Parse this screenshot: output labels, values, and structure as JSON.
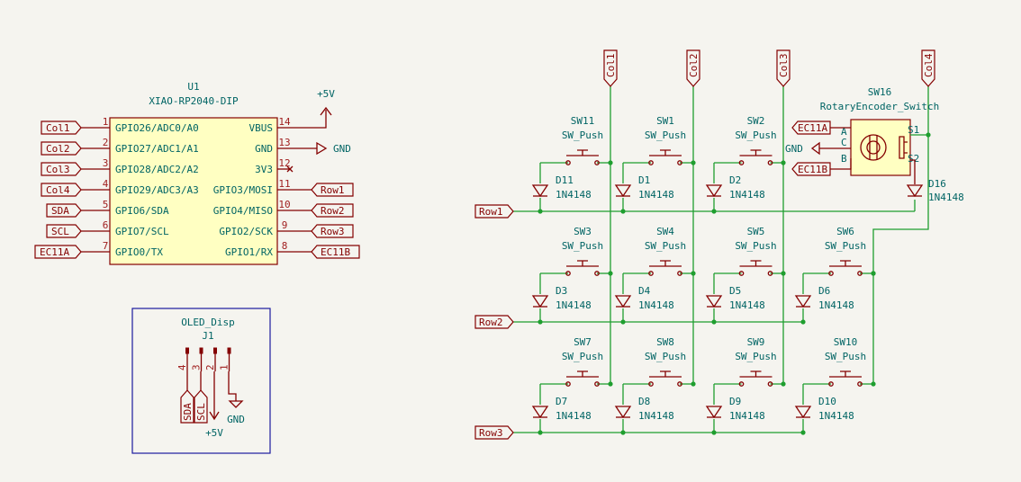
{
  "mcu": {
    "ref": "U1",
    "value": "XIAO-RP2040-DIP",
    "left_pins": [
      {
        "num": "1",
        "name": "GPIO26/ADC0/A0",
        "net": "Col1"
      },
      {
        "num": "2",
        "name": "GPIO27/ADC1/A1",
        "net": "Col2"
      },
      {
        "num": "3",
        "name": "GPIO28/ADC2/A2",
        "net": "Col3"
      },
      {
        "num": "4",
        "name": "GPIO29/ADC3/A3",
        "net": "Col4"
      },
      {
        "num": "5",
        "name": "GPIO6/SDA",
        "net": "SDA"
      },
      {
        "num": "6",
        "name": "GPIO7/SCL",
        "net": "SCL"
      },
      {
        "num": "7",
        "name": "GPIO0/TX",
        "net": "EC11A"
      }
    ],
    "right_pins": [
      {
        "num": "14",
        "name": "VBUS",
        "net": "+5V"
      },
      {
        "num": "13",
        "name": "GND",
        "net": "GND"
      },
      {
        "num": "12",
        "name": "3V3",
        "net": ""
      },
      {
        "num": "11",
        "name": "GPIO3/MOSI",
        "net": "Row1"
      },
      {
        "num": "10",
        "name": "GPIO4/MISO",
        "net": "Row2"
      },
      {
        "num": "9",
        "name": "GPIO2/SCK",
        "net": "Row3"
      },
      {
        "num": "8",
        "name": "GPIO1/RX",
        "net": "EC11B"
      }
    ]
  },
  "oled": {
    "ref": "J1",
    "value": "OLED_Disp",
    "pins": [
      "4",
      "3",
      "2",
      "1"
    ],
    "nets": [
      "SDA",
      "SCL",
      "+5V",
      "GND"
    ]
  },
  "columns": [
    "Col1",
    "Col2",
    "Col3",
    "Col4"
  ],
  "rows": [
    "Row1",
    "Row2",
    "Row3"
  ],
  "encoder": {
    "ref": "SW16",
    "value": "RotaryEncoder_Switch",
    "pins": [
      "A",
      "C",
      "B",
      "S1",
      "S2"
    ],
    "labels": [
      "EC11A",
      "EC11B",
      "GND"
    ]
  },
  "diode_value": "1N4148",
  "switch_value": "SW_Push",
  "switches": [
    {
      "ref": "SW11",
      "diode": "D11"
    },
    {
      "ref": "SW1",
      "diode": "D1"
    },
    {
      "ref": "SW2",
      "diode": "D2"
    },
    {
      "ref": "SW3",
      "diode": "D3"
    },
    {
      "ref": "SW4",
      "diode": "D4"
    },
    {
      "ref": "SW5",
      "diode": "D5"
    },
    {
      "ref": "SW6",
      "diode": "D6"
    },
    {
      "ref": "SW7",
      "diode": "D7"
    },
    {
      "ref": "SW8",
      "diode": "D8"
    },
    {
      "ref": "SW9",
      "diode": "D9"
    },
    {
      "ref": "SW10",
      "diode": "D10"
    }
  ],
  "encoder_diode": "D16",
  "power": {
    "vplus": "+5V",
    "gnd": "GND"
  },
  "colors": {
    "background": "#f5f4ef",
    "wire": "#1f9e2f",
    "symbol": "#840000",
    "text": "#006464",
    "frame": "#1a1a9e"
  }
}
